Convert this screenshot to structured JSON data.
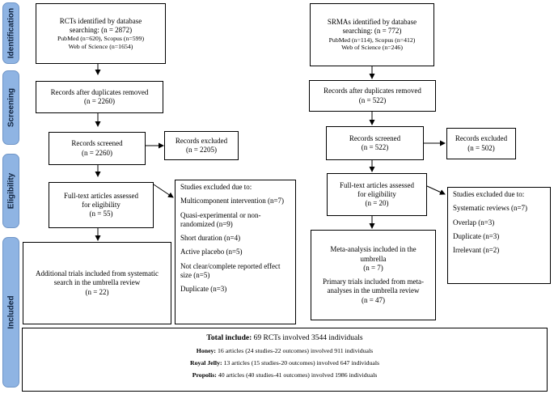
{
  "phases": {
    "identification": "Identification",
    "screening": "Screening",
    "eligibility": "Eligibility",
    "included": "Included"
  },
  "rct": {
    "identified": {
      "line1": "RCTs identified by database",
      "line2": "searching: (n = 2872)",
      "line3": "PubMed (n=620), Scopus (n=599)",
      "line4": "Web of Science (n=1654)"
    },
    "after_duplicates": {
      "line1": "Records after duplicates removed",
      "line2": "(n = 2260)"
    },
    "screened": {
      "line1": "Records screened",
      "line2": "(n = 2260)"
    },
    "excluded": {
      "line1": "Records excluded",
      "line2": "(n = 2205)"
    },
    "fulltext": {
      "line1": "Full-text articles assessed",
      "line2": "for eligibility",
      "line3": "(n = 55)"
    },
    "studies_excluded": {
      "heading": "Studies excluded due to:",
      "items": [
        "Multicomponent intervention (n=7)",
        "Quasi-experimental or non-randomized (n=9)",
        "Short duration (n=4)",
        "Active placebo (n=5)",
        "Not clear/complete reported effect size (n=5)",
        "Duplicate (n=3)"
      ]
    },
    "additional": {
      "line1": "Additional trials included from systematic",
      "line2": "search in the umbrella review",
      "line3": "(n = 22)"
    }
  },
  "srma": {
    "identified": {
      "line1": "SRMAs identified by database",
      "line2": "searching: (n = 772)",
      "line3": "PubMed (n=114), Scopus (n=412)",
      "line4": "Web of Science (n=246)"
    },
    "after_duplicates": {
      "line1": "Records after duplicates removed",
      "line2": "(n = 522)"
    },
    "screened": {
      "line1": "Records screened",
      "line2": "(n = 522)"
    },
    "excluded": {
      "line1": "Records excluded",
      "line2": "(n = 502)"
    },
    "fulltext": {
      "line1": "Full-text articles assessed",
      "line2": "for eligibility",
      "line3": "(n = 20)"
    },
    "studies_excluded": {
      "heading": "Studies excluded due to:",
      "items": [
        "Systematic reviews (n=7)",
        "Overlap (n=3)",
        "Duplicate (n=3)",
        "Irrelevant (n=2)"
      ]
    },
    "included": {
      "line1": "Meta-analysis included in the",
      "line2": "umbrella",
      "line3": "(n = 7)",
      "line4": "Primary trials included from meta-",
      "line5": "analyses in the umbrella review",
      "line6": "(n = 47)"
    }
  },
  "total": {
    "label": "Total include:",
    "text": "69 RCTs involved 3544 individuals",
    "honey_label": "Honey:",
    "honey_text": "16 articles (24 studies-22 outcomes) involved 911 individuals",
    "jelly_label": "Royal Jelly:",
    "jelly_text": "13 articles (15 studies-20 outcomes) involved 647 individuals",
    "propolis_label": "Propolis:",
    "propolis_text": "40 articles (40 studies-41 outcomes) involved 1986 individuals"
  }
}
